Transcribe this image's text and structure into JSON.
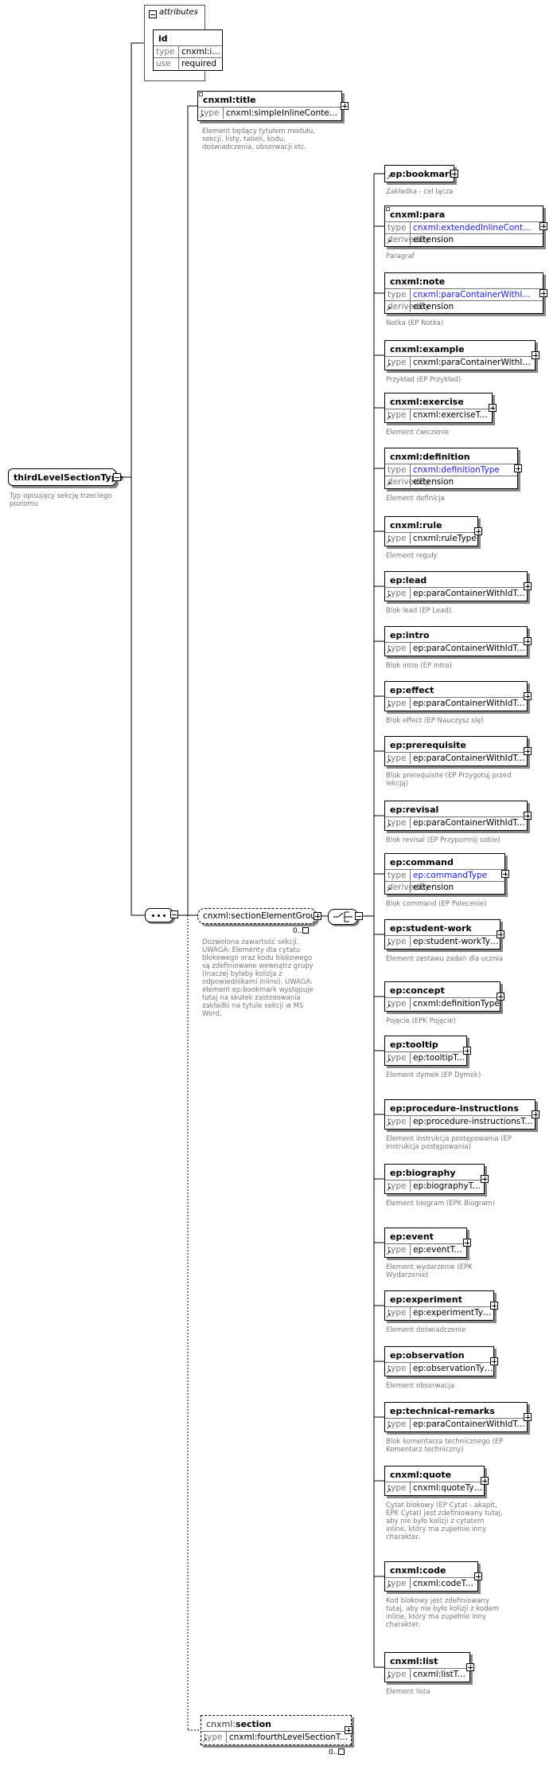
{
  "root": {
    "name": "thirdLevelSectionType",
    "description": "Typ opisujący sekcję trzeciego poziomu"
  },
  "attributes": {
    "group_label": "attributes",
    "name": "id",
    "rows": [
      {
        "key": "type",
        "value": "cnxml:idType"
      },
      {
        "key": "use",
        "value": "required"
      }
    ]
  },
  "title_element": {
    "prefix": "cnxml:",
    "name": "title",
    "rows": [
      {
        "key": "type",
        "value": "cnxml:simpleInlineContentType"
      }
    ],
    "description": "Element będący tytułem modułu, sekcji, listy, tabeli, kodu, doświadczenia, obserwacji etc."
  },
  "group": {
    "name": "cnxml:sectionElementGroup",
    "occurrence": "0..",
    "description": "Dozwolona zawartość sekcji. UWAGA: Elementy dla cytatu blokowego oraz kodu blokowego są zdefiniowane wewnątrz grupy (inaczej byłaby kolizja z odpowiednikami inline). UWAGA: element ep:bookmark występuje tutaj na skutek zastosowania zakładki na tytule sekcji w MS Word."
  },
  "section_element": {
    "prefix": "cnxml:",
    "name": "section",
    "rows": [
      {
        "key": "type",
        "value": "cnxml:fourthLevelSectionType"
      }
    ],
    "occurrence": "0.."
  },
  "children": [
    {
      "name": "ep:bookmark",
      "rows": [],
      "description": "Zakładka - cel łącza"
    },
    {
      "name": "cnxml:para",
      "rows": [
        {
          "key": "type",
          "value": "cnxml:extendedInlineCont...",
          "link": true
        },
        {
          "key": "derivedBy",
          "value": "extension"
        }
      ],
      "description": "Paragraf"
    },
    {
      "name": "cnxml:note",
      "rows": [
        {
          "key": "type",
          "value": "cnxml:paraContainerWithI...",
          "link": true
        },
        {
          "key": "derivedBy",
          "value": "extension"
        }
      ],
      "description": "Notka (EP Notka)"
    },
    {
      "name": "cnxml:example",
      "rows": [
        {
          "key": "type",
          "value": "cnxml:paraContainerWithIdType"
        }
      ],
      "description": "Przykład (EP Przykład)"
    },
    {
      "name": "cnxml:exercise",
      "rows": [
        {
          "key": "type",
          "value": "cnxml:exerciseType"
        }
      ],
      "description": "Element ćwiczenie"
    },
    {
      "name": "cnxml:definition",
      "rows": [
        {
          "key": "type",
          "value": "cnxml:definitionType",
          "link": true
        },
        {
          "key": "derivedBy",
          "value": "extension"
        }
      ],
      "description": "Element definicja"
    },
    {
      "name": "cnxml:rule",
      "rows": [
        {
          "key": "type",
          "value": "cnxml:ruleType"
        }
      ],
      "description": "Element reguły"
    },
    {
      "name": "ep:lead",
      "rows": [
        {
          "key": "type",
          "value": "ep:paraContainerWithIdType"
        }
      ],
      "description": "Blok lead (EP Lead)."
    },
    {
      "name": "ep:intro",
      "rows": [
        {
          "key": "type",
          "value": "ep:paraContainerWithIdType"
        }
      ],
      "description": "Blok intro (EP Intro)"
    },
    {
      "name": "ep:effect",
      "rows": [
        {
          "key": "type",
          "value": "ep:paraContainerWithIdType"
        }
      ],
      "description": "Blok effect (EP Nauczysz się)"
    },
    {
      "name": "ep:prerequisite",
      "rows": [
        {
          "key": "type",
          "value": "ep:paraContainerWithIdType"
        }
      ],
      "description": "Blok prerequisite (EP Przygotuj przed lekcją)"
    },
    {
      "name": "ep:revisal",
      "rows": [
        {
          "key": "type",
          "value": "ep:paraContainerWithIdType"
        }
      ],
      "description": "Blok revisal (EP Przypomnij sobie)"
    },
    {
      "name": "ep:command",
      "rows": [
        {
          "key": "type",
          "value": "ep:commandType",
          "link": true
        },
        {
          "key": "derivedBy",
          "value": "extension"
        }
      ],
      "description": "Blok command  (EP Polecenie)"
    },
    {
      "name": "ep:student-work",
      "rows": [
        {
          "key": "type",
          "value": "ep:student-workType"
        }
      ],
      "description": "Element zestawu zadań dla ucznia"
    },
    {
      "name": "ep:concept",
      "rows": [
        {
          "key": "type",
          "value": "cnxml:definitionType"
        }
      ],
      "description": "Pojęcie (EPK Pojęcie)"
    },
    {
      "name": "ep:tooltip",
      "rows": [
        {
          "key": "type",
          "value": "ep:tooltipType"
        }
      ],
      "description": "Element dymek (EP Dymek)"
    },
    {
      "name": "ep:procedure-instructions",
      "rows": [
        {
          "key": "type",
          "value": "ep:procedure-instructionsType"
        }
      ],
      "description": "Element instrukcja postępowania (EP Instrukcja postępowania)"
    },
    {
      "name": "ep:biography",
      "rows": [
        {
          "key": "type",
          "value": "ep:biographyType"
        }
      ],
      "description": "Element biogram (EPK Biogram)"
    },
    {
      "name": "ep:event",
      "rows": [
        {
          "key": "type",
          "value": "ep:eventType"
        }
      ],
      "description": "Element wydarzenie (EPK Wydarzenie)"
    },
    {
      "name": "ep:experiment",
      "rows": [
        {
          "key": "type",
          "value": "ep:experimentType"
        }
      ],
      "description": "Element doświadczenie"
    },
    {
      "name": "ep:observation",
      "rows": [
        {
          "key": "type",
          "value": "ep:observationType"
        }
      ],
      "description": "Element obserwacja"
    },
    {
      "name": "ep:technical-remarks",
      "rows": [
        {
          "key": "type",
          "value": "ep:paraContainerWithIdType"
        }
      ],
      "description": "Blok komentarza technicznego (EP Komentarz techniczny)"
    },
    {
      "name": "cnxml:quote",
      "rows": [
        {
          "key": "type",
          "value": "cnxml:quoteType"
        }
      ],
      "description": "Cytat blokowy (EP Cytat - akapit, EPK Cytat) jest zdefiniowany tutaj, aby nie było kolizji z cytatem inline, który ma zupełnie inny charakter."
    },
    {
      "name": "cnxml:code",
      "rows": [
        {
          "key": "type",
          "value": "cnxml:codeType"
        }
      ],
      "description": "Kod blokowy jest zdefiniowany tutaj, aby nie było kolizji z kodem inline, który ma zupełnie inny charakter."
    },
    {
      "name": "cnxml:list",
      "rows": [
        {
          "key": "type",
          "value": "cnxml:listType"
        }
      ],
      "description": "Element lista"
    }
  ]
}
